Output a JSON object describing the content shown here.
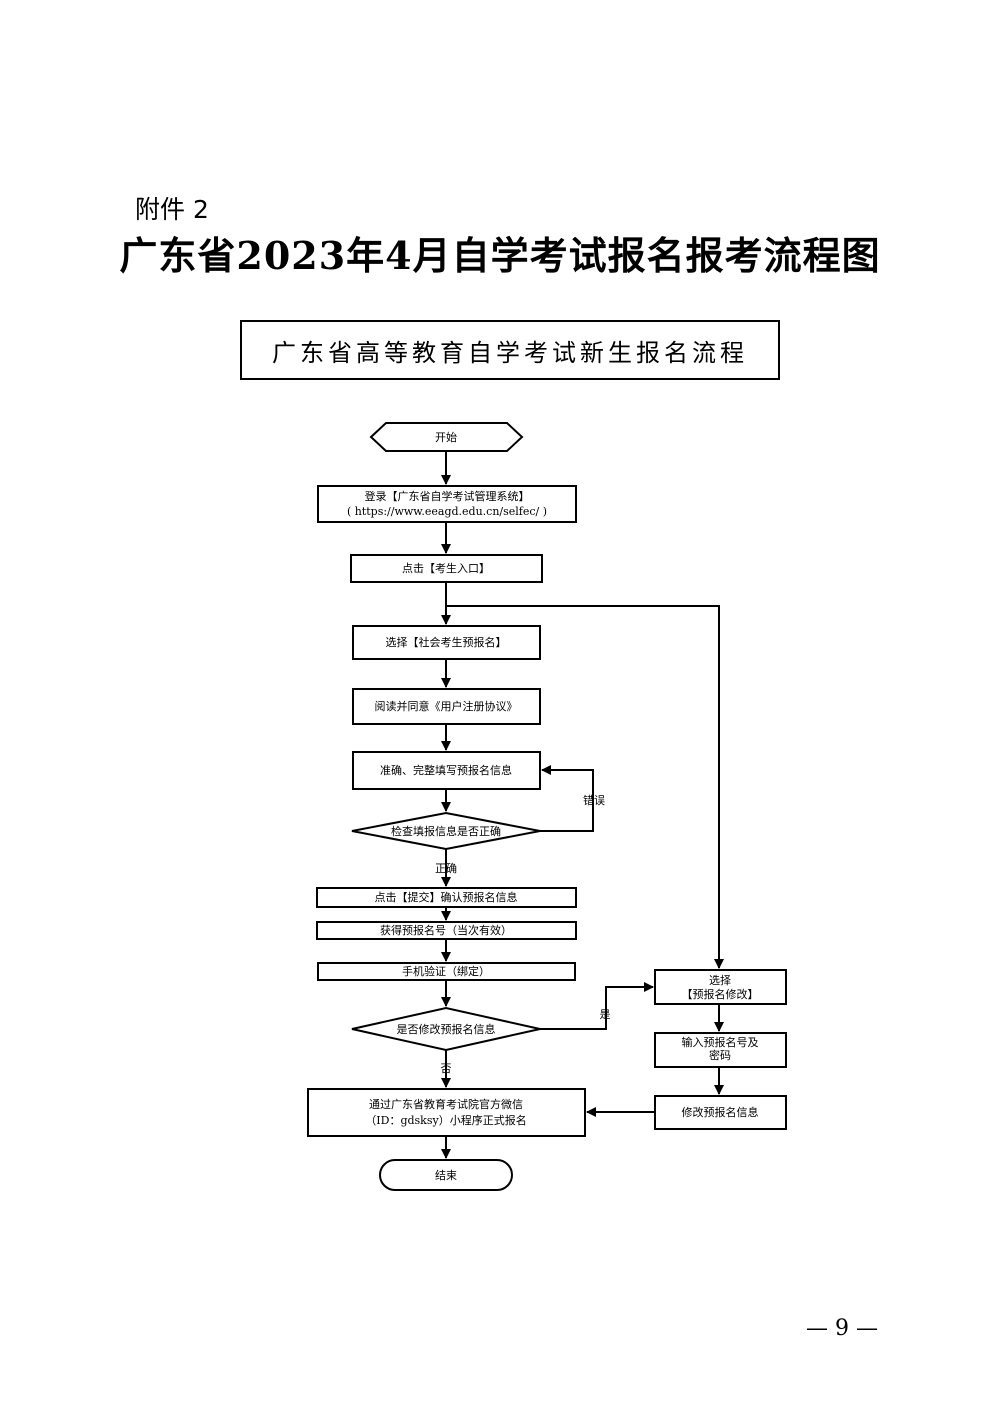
{
  "attachment_label": "附件 2",
  "title": "广东省2023年4月自学考试报名报考流程图",
  "header": "广东省高等教育自学考试新生报名流程",
  "flow": {
    "start": "开始",
    "login_1": "登录【广东省自学考试管理系统】",
    "login_2": "( https://www.eeagd.edu.cn/selfec/ )",
    "click_entry": "点击【考生入口】",
    "select_prereg": "选择【社会考生预报名】",
    "read_agree": "阅读并同意《用户注册协议》",
    "fill_info": "准确、完整填写预报名信息",
    "check_info": "检查填报信息是否正确",
    "wrong": "错误",
    "correct": "正确",
    "submit": "点击【提交】确认预报名信息",
    "get_number": "获得预报名号（当次有效）",
    "phone_verify": "手机验证（绑定）",
    "modify_q": "是否修改预报名信息",
    "yes": "是",
    "no": "否",
    "select_modify_1": "选择",
    "select_modify_2": "【预报名修改】",
    "input_num_1": "输入预报名号及",
    "input_num_2": "密码",
    "modify_info": "修改预报名信息",
    "final_1": "通过广东省教育考试院官方微信",
    "final_2": "（ID：gdsksy）小程序正式报名",
    "end": "结束"
  },
  "page_number": "— 9 —"
}
